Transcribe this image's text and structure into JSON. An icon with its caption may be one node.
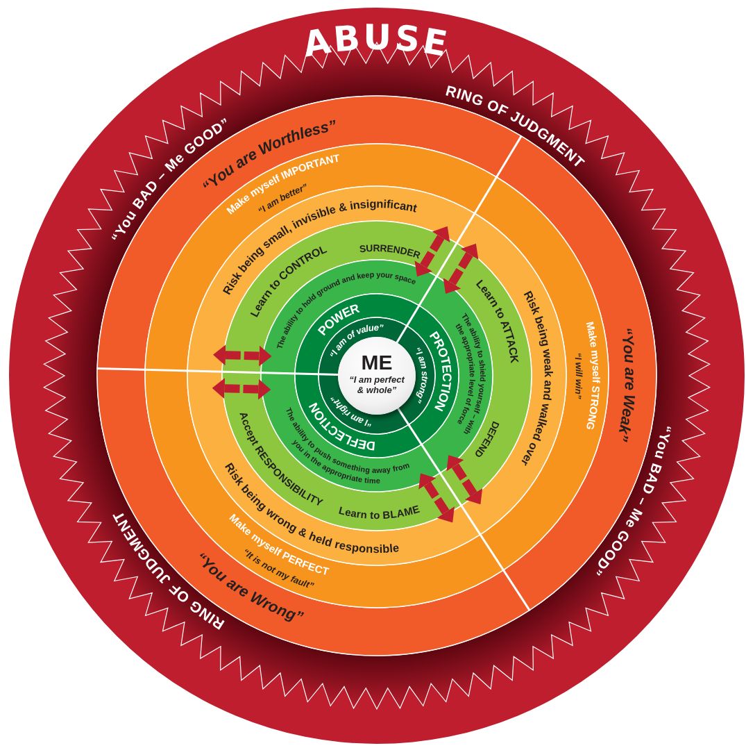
{
  "diagram": {
    "nodes": [
      {
        "text": [
          "“You are Worthless”"
        ]
      },
      {
        "text": [
          "Make myself IMPORTANT",
          "“I am better”"
        ]
      },
      {
        "text": [
          "Risk being small, invisible & insignificant"
        ]
      },
      {
        "text": [
          "Learn to **CONTROL**",
          "SURRENDER"
        ]
      },
      {
        "text": [
          "The ability to hold ground and keep your space"
        ]
      },
      {
        "text": [
          "POWER"
        ]
      },
      {
        "text": [
          "“I am of value”"
        ]
      },
      {
        "text": [
          "“You are Weak”"
        ]
      },
      {
        "text": [
          "“I will win”",
          "Make myself STRONG"
        ]
      },
      {
        "text": [
          "Risk being weak and walked over"
        ]
      },
      {
        "text": [
          "Learn to **ATTACK**",
          "DEFEND"
        ]
      },
      {
        "text": [
          "The ability to shield yourself – with the appropriate level of force"
        ]
      },
      {
        "text": [
          "PROTECTION"
        ]
      },
      {
        "text": [
          "“I am strong”"
        ]
      },
      {
        "text": [
          "“You are Wrong”"
        ]
      },
      {
        "text": [
          "Make myself PERFECT",
          "“It is not my fault”"
        ]
      },
      {
        "text": [
          "Risk being wrong & held responsible"
        ]
      },
      {
        "text": [
          "Accept **RESPONSIBILITY**",
          "Learn to **BLAME**"
        ]
      },
      {
        "text": [
          "The ability to push something away from you in the appropriate time"
        ]
      },
      {
        "text": [
          "DEFLECTION"
        ]
      },
      {
        "text": [
          "“I am right”"
        ]
      },
      {
        "text": [
          "ME",
          "“I am perfect & whole”"
        ]
      }
    ],
    "edges": [
      {
        "from": 3,
        "to": 4,
        "arrow": "both"
      },
      {
        "from": 3,
        "to": 4,
        "arrow": "both"
      },
      {
        "from": 10,
        "to": 11,
        "arrow": "both"
      },
      {
        "from": 10,
        "to": 11,
        "arrow": "both"
      },
      {
        "from": 17,
        "to": 18,
        "arrow": "both"
      },
      {
        "from": 17,
        "to": 18,
        "arrow": "both"
      }
    ],
    "labels": [
      "ABUSE",
      "RING OF JUDGMENT",
      "“You BAD – Me GOOD”",
      "“You BAD – Me GOOD”",
      "RING OF JUDGMENT"
    ]
  }
}
